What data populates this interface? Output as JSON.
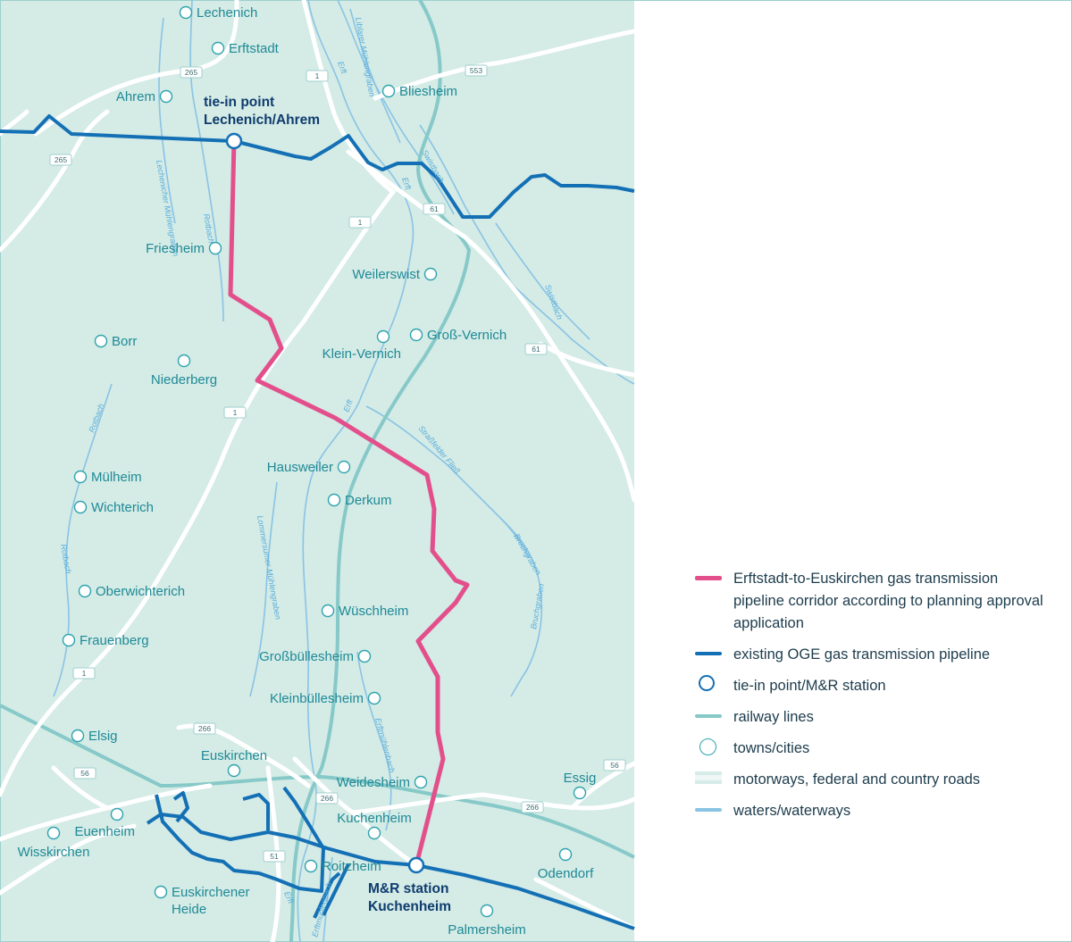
{
  "towns": [
    {
      "name": "Lechenich"
    },
    {
      "name": "Erftstadt"
    },
    {
      "name": "Ahrem"
    },
    {
      "name": "Bliesheim"
    },
    {
      "name": "Friesheim"
    },
    {
      "name": "Weilerswist"
    },
    {
      "name": "Borr"
    },
    {
      "name": "Klein-Vernich"
    },
    {
      "name": "Groß-Vernich"
    },
    {
      "name": "Niederberg"
    },
    {
      "name": "Hausweiler"
    },
    {
      "name": "Mülheim"
    },
    {
      "name": "Derkum"
    },
    {
      "name": "Wichterich"
    },
    {
      "name": "Oberwichterich"
    },
    {
      "name": "Wüschheim"
    },
    {
      "name": "Frauenberg"
    },
    {
      "name": "Großbüllesheim"
    },
    {
      "name": "Kleinbüllesheim"
    },
    {
      "name": "Elsig"
    },
    {
      "name": "Euskirchen"
    },
    {
      "name": "Weidesheim"
    },
    {
      "name": "Essig"
    },
    {
      "name": "Kuchenheim"
    },
    {
      "name": "Euenheim"
    },
    {
      "name": "Wisskirchen"
    },
    {
      "name": "Roitzheim"
    },
    {
      "name": "Odendorf"
    },
    {
      "name": "Euskirchener"
    },
    {
      "name": "Heide"
    },
    {
      "name": "Palmersheim"
    }
  ],
  "hubs": [
    {
      "line1": "tie-in point",
      "line2": "Lechenich/Ahrem"
    },
    {
      "line1": "M&R station",
      "line2": "Kuchenheim"
    }
  ],
  "road_numbers": [
    "265",
    "1",
    "553",
    "265",
    "61",
    "1",
    "61",
    "1",
    "1",
    "266",
    "56",
    "266",
    "266",
    "56",
    "51"
  ],
  "waterways": [
    "Erft",
    "Lechenicher Mühlengraben",
    "Liblarer Mühlengraben",
    "Rotbach",
    "Erft",
    "Swistbach",
    "Swistbach",
    "Rotbach",
    "Erft",
    "Straßfelder Fließ",
    "Lommersumer Mühlengraben",
    "Bruchgraben",
    "Bruchgraben",
    "Rotbach",
    "Erftmühlenbach",
    "Erft",
    "Erftmühlenbach"
  ],
  "legend": {
    "pipeline_corridor": "Erftstadt-to-Euskirchen gas transmission pipeline corridor according to planning approval application",
    "existing_pipeline": "existing OGE gas transmission pipeline",
    "tie_in": "tie-in point/M&R station",
    "railway": "railway lines",
    "towns": "towns/cities",
    "roads": "motorways, federal and country roads",
    "waters": "waters/waterways"
  },
  "colors": {
    "map_background": "#d4ebe6",
    "road": "#ffffff",
    "railway": "#86c9c8",
    "water": "#89c4e4",
    "existing_pipeline": "#1470b5",
    "new_pipeline": "#e34f8b",
    "town_text": "#1f8a96",
    "hub_text": "#0f3c6e"
  }
}
